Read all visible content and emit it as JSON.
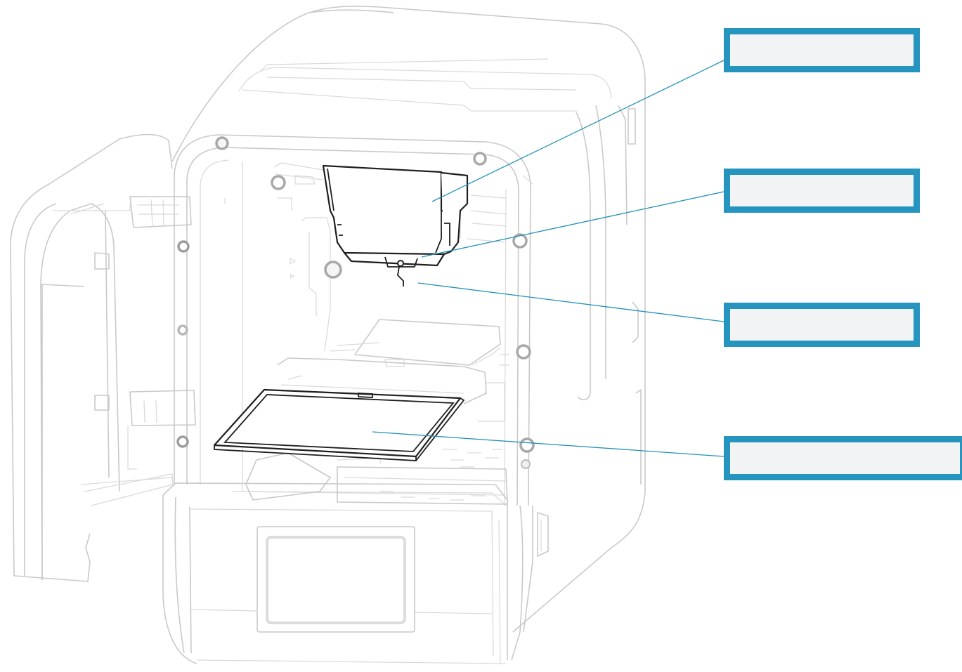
{
  "callouts": [
    {
      "id": "callout-1",
      "text": ""
    },
    {
      "id": "callout-2",
      "text": ""
    },
    {
      "id": "callout-3",
      "text": ""
    },
    {
      "id": "callout-4",
      "text": ""
    }
  ],
  "colors": {
    "callout_border": "#2595c0",
    "callout_fill": "#f2f3f4",
    "leader_line": "#2191b5",
    "outline": "#c9c9c9",
    "highlight": "#1e1e1e"
  }
}
